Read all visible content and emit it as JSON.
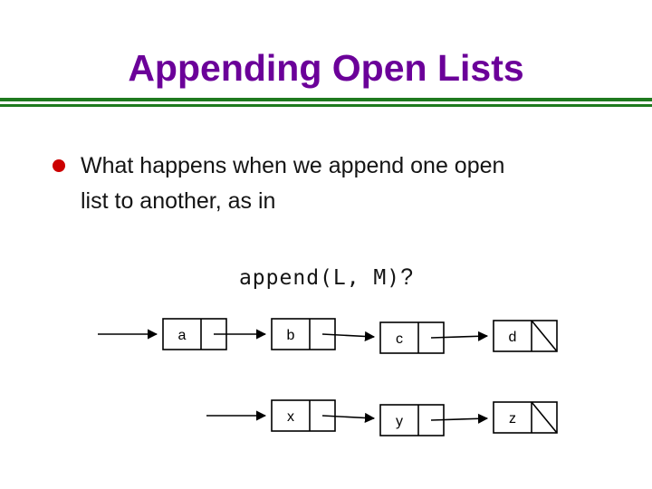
{
  "slide": {
    "title": "Appending Open Lists",
    "bullet": {
      "lines": [
        "What happens when we append one open",
        "list to another, as in"
      ]
    },
    "code": {
      "call": "append(L, M)",
      "question_mark": "?"
    },
    "diagram": {
      "list_top": {
        "cells": [
          {
            "label": "a",
            "nil": false
          },
          {
            "label": "b",
            "nil": false
          },
          {
            "label": "c",
            "nil": false
          },
          {
            "label": "d",
            "nil": true
          }
        ]
      },
      "list_bottom": {
        "cells": [
          {
            "label": "x",
            "nil": false
          },
          {
            "label": "y",
            "nil": false
          },
          {
            "label": "z",
            "nil": true
          }
        ]
      }
    },
    "colors": {
      "title_purple": "#6b0099",
      "rule_green": "#1f7a1f",
      "bullet_red": "#cc0000"
    }
  }
}
